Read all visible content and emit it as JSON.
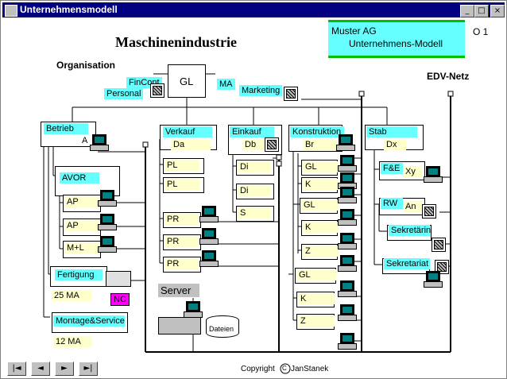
{
  "window": {
    "title": "Unternehmensmodell",
    "minimize": "_",
    "maximize": "□",
    "close": "×"
  },
  "heading": "Maschinenindustrie",
  "org_label": "Organisation",
  "network_label": "EDV-Netz",
  "company_box": {
    "line1": "Muster AG",
    "line2": "Unternehmens-Modell",
    "code": "O 1"
  },
  "top": {
    "gl": "GL",
    "fincont": "FinCont",
    "personal": "Personal",
    "ma": "MA",
    "marketing": "Marketing"
  },
  "betrieb": {
    "title": "Betrieb",
    "code": "A",
    "avor": "AVOR",
    "items": [
      "AP",
      "AP",
      "M+L"
    ],
    "fertigung": "Fertigung",
    "fert_count": "25 MA",
    "nc": "NC",
    "montage": "Montage&Service",
    "mont_count": "12 MA"
  },
  "verkauf": {
    "title": "Verkauf",
    "code": "Da",
    "items": [
      "PL",
      "PL"
    ],
    "pr": [
      "PR",
      "PR",
      "PR"
    ]
  },
  "einkauf": {
    "title": "Einkauf",
    "code": "Db",
    "items": [
      "Di",
      "Di",
      "S"
    ]
  },
  "konstruktion": {
    "title": "Konstruktion",
    "code": "Br",
    "items": [
      "GL",
      "K",
      "GL",
      "K",
      "Z",
      "GL",
      "K",
      "Z"
    ]
  },
  "stab": {
    "title": "Stab",
    "code": "Dx",
    "fe": "F&E",
    "fe_code": "Xy",
    "rw": "RW",
    "rw_code": "An",
    "sekretaerin": "Sekretärin",
    "sekretariat": "Sekretariat"
  },
  "server": {
    "label": "Server",
    "db": "Dateien"
  },
  "copyright": {
    "prefix": "Copyright",
    "symbol": "C",
    "name": "JanStanek"
  },
  "nav": [
    "|◄",
    "◄",
    "►",
    "►|"
  ]
}
